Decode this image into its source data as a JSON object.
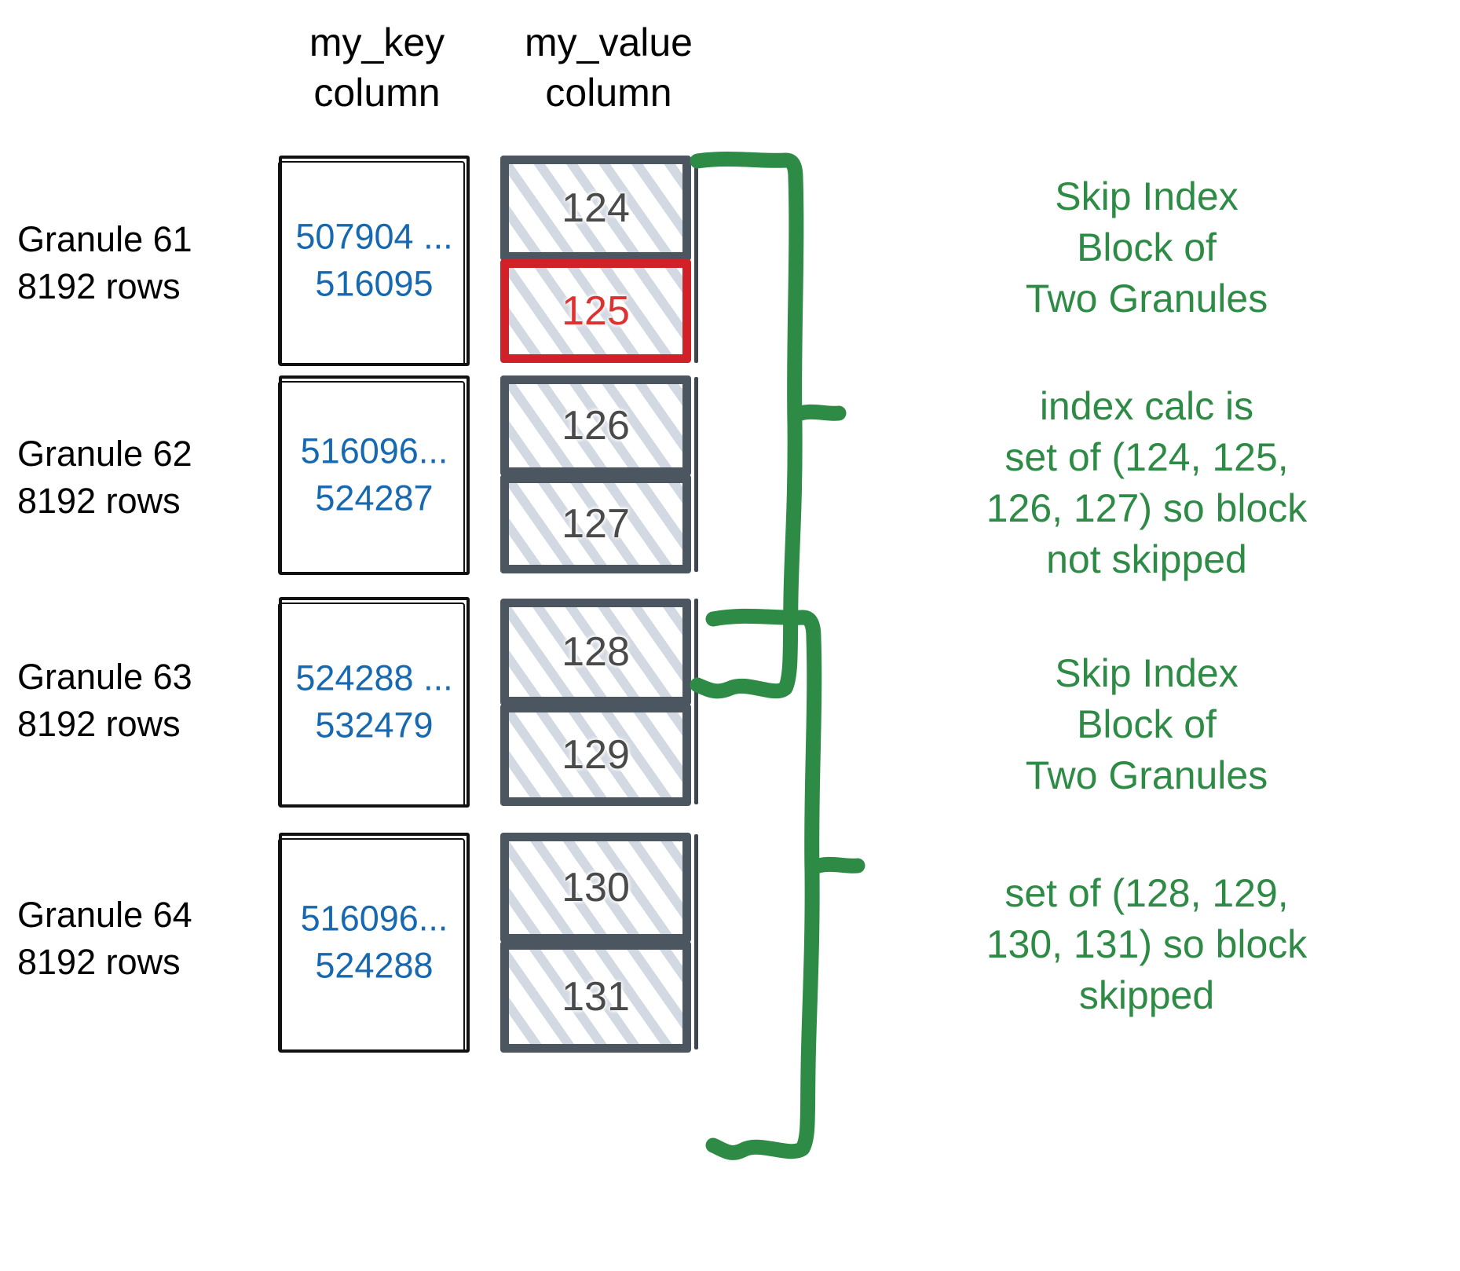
{
  "headers": {
    "key_column": "my_key\ncolumn",
    "value_column": "my_value\ncolumn"
  },
  "colors": {
    "key_text": "#1668b0",
    "value_border": "#4c5660",
    "highlight": "#d02128",
    "annotation": "#2e8b45",
    "label": "#000000"
  },
  "granules": [
    {
      "label": "Granule 61\n8192 rows",
      "key_range": "507904 ...\n516095",
      "values": [
        {
          "value": "124",
          "highlighted": false
        },
        {
          "value": "125",
          "highlighted": true
        }
      ]
    },
    {
      "label": "Granule 62\n8192 rows",
      "key_range": "516096...\n524287",
      "values": [
        {
          "value": "126",
          "highlighted": false
        },
        {
          "value": "127",
          "highlighted": false
        }
      ]
    },
    {
      "label": "Granule 63\n8192 rows",
      "key_range": "524288 ...\n532479",
      "values": [
        {
          "value": "128",
          "highlighted": false
        },
        {
          "value": "129",
          "highlighted": false
        }
      ]
    },
    {
      "label": "Granule 64\n8192 rows",
      "key_range": "516096...\n524288",
      "values": [
        {
          "value": "130",
          "highlighted": false
        },
        {
          "value": "131",
          "highlighted": false
        }
      ]
    }
  ],
  "annotations": [
    {
      "text": "Skip Index\nBlock of\nTwo Granules"
    },
    {
      "text": "index calc is\nset of (124, 125,\n126, 127) so block\nnot skipped"
    },
    {
      "text": "Skip Index\nBlock of\nTwo Granules"
    },
    {
      "text": "set of (128, 129,\n130, 131) so block\nskipped"
    }
  ]
}
